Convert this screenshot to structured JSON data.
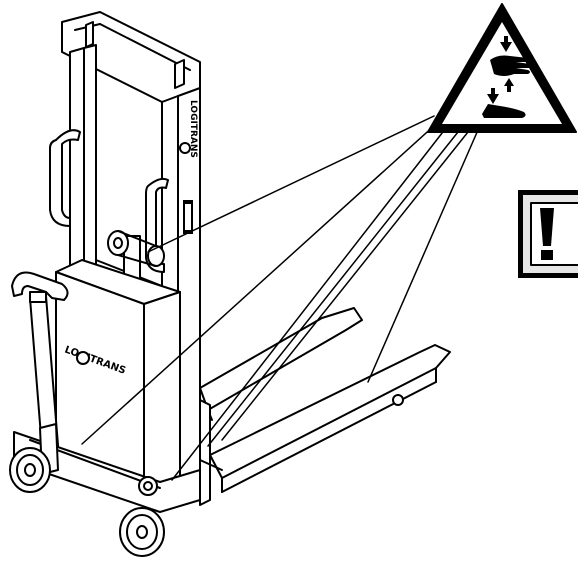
{
  "figure": {
    "subject": "manual-stacker",
    "brand_logo_text": "LOGITRANS",
    "warning_symbols": [
      {
        "id": "crush-hazard-triangle",
        "icon": "hand-foot-crush-icon"
      },
      {
        "id": "general-warning-box",
        "icon": "exclamation-icon"
      }
    ],
    "colors": {
      "ink": "#000000",
      "panel": "#ffffff",
      "box_bg": "#e6e6e6"
    }
  }
}
